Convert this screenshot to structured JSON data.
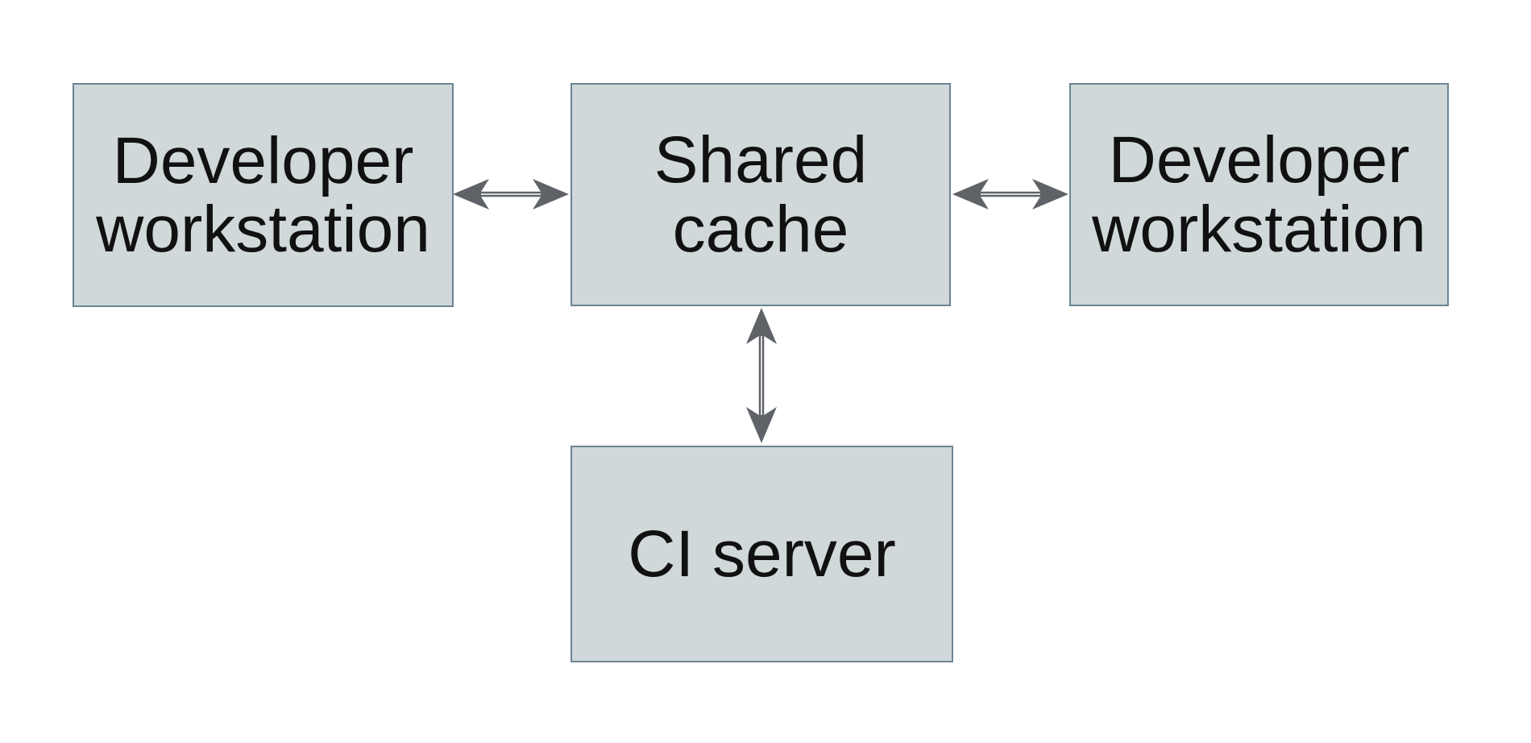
{
  "theme": {
    "background": "#ffffff",
    "node_fill": "#d0d8da",
    "node_border": "#6b8593",
    "arrow": "#5f6368",
    "text": "#111111"
  },
  "diagram": {
    "type": "architecture-diagram",
    "nodes": [
      {
        "id": "developer-workstation-left",
        "label": "Developer workstation"
      },
      {
        "id": "shared-cache",
        "label": "Shared cache"
      },
      {
        "id": "developer-workstation-right",
        "label": "Developer workstation"
      },
      {
        "id": "ci-server",
        "label": "CI server"
      }
    ],
    "edges": [
      {
        "from": "developer-workstation-left",
        "to": "shared-cache",
        "style": "double-headed-arrow"
      },
      {
        "from": "shared-cache",
        "to": "developer-workstation-right",
        "style": "double-headed-arrow"
      },
      {
        "from": "shared-cache",
        "to": "ci-server",
        "style": "double-headed-arrow"
      }
    ]
  }
}
